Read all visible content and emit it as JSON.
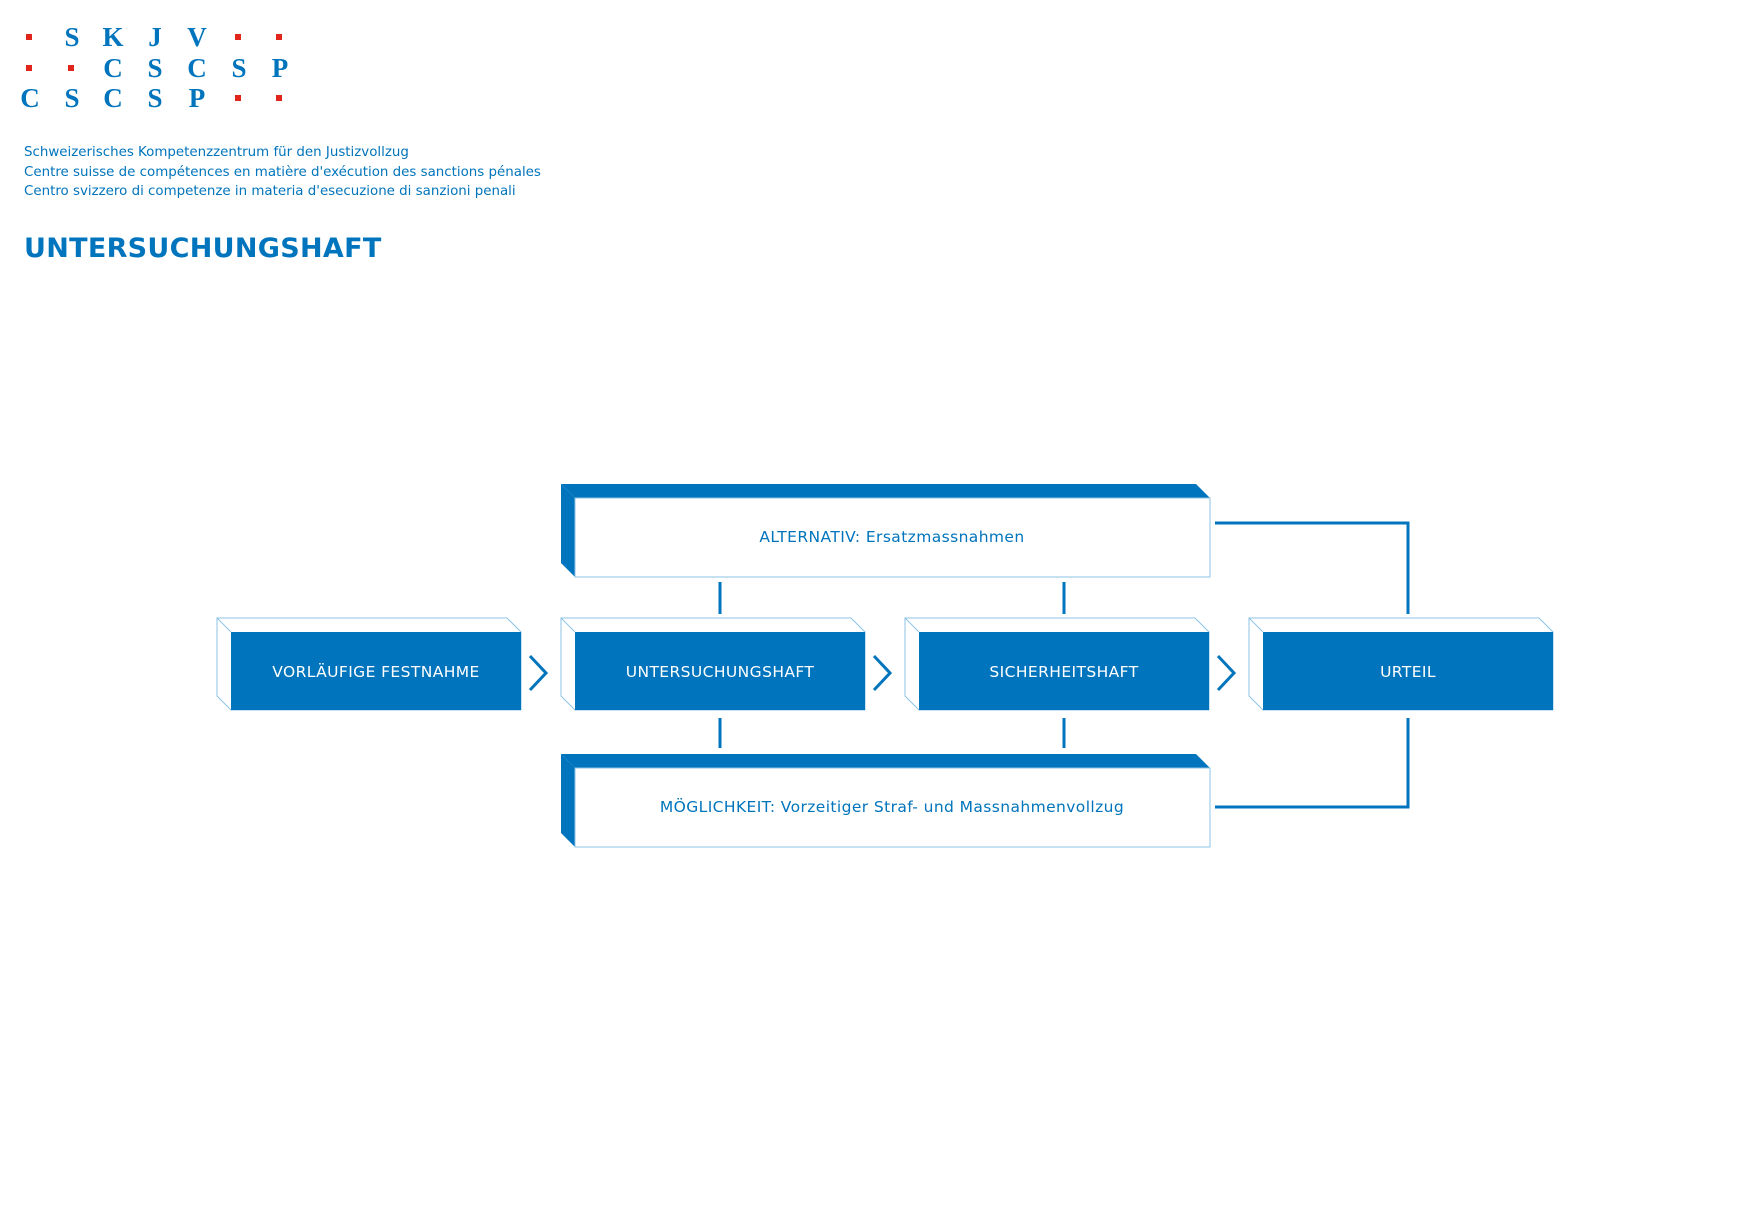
{
  "logo": {
    "rows": [
      [
        "dot",
        "S",
        "K",
        "J",
        "V",
        "dot",
        "dot"
      ],
      [
        "dot",
        "dot",
        "C",
        "S",
        "C",
        "S",
        "P"
      ],
      [
        "C",
        "S",
        "C",
        "S",
        "P",
        "dot",
        "dot"
      ]
    ],
    "letter_color": "#0074bc",
    "dot_color": "#e1251b"
  },
  "organization": {
    "lines": [
      "Schweizerisches Kompetenzzentrum für den Justizvollzug",
      "Centre suisse de compétences en matière d'exécution des sanctions pénales",
      "Centro svizzero di competenze in materia d'esecuzione di sanzioni penali"
    ]
  },
  "page_title": "UNTERSUCHUNGSHAFT",
  "diagram": {
    "colors": {
      "primary": "#0074bc",
      "light_edge": "#8cc3e6",
      "text_on_white": "#0074bc",
      "text_on_blue": "#ffffff"
    },
    "main_nodes": [
      {
        "id": "vorlaeufige-festnahme",
        "label": "VORLÄUFIGE FESTNAHME"
      },
      {
        "id": "untersuchungshaft",
        "label": "UNTERSUCHUNGSHAFT"
      },
      {
        "id": "sicherheitshaft",
        "label": "SICHERHEITSHAFT"
      },
      {
        "id": "urteil",
        "label": "URTEIL"
      }
    ],
    "alternative_node": {
      "id": "alternativ",
      "label": "ALTERNATIV: Ersatzmassnahmen"
    },
    "option_node": {
      "id": "moeglichkeit",
      "label": "MÖGLICHKEIT: Vorzeitiger Straf- und Massnahmenvollzug"
    }
  }
}
